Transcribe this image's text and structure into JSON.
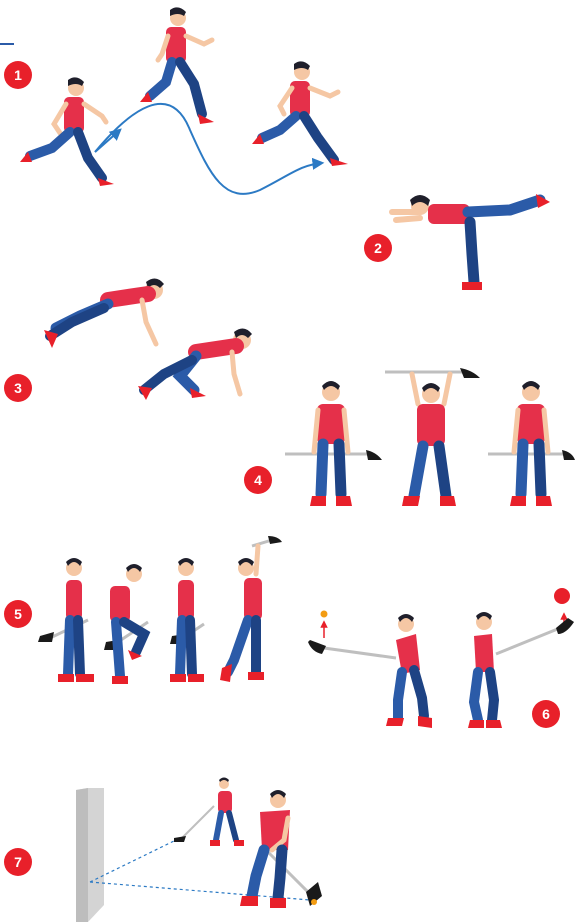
{
  "steps": [
    {
      "label": "1"
    },
    {
      "label": "2"
    },
    {
      "label": "3"
    },
    {
      "label": "4"
    },
    {
      "label": "5"
    },
    {
      "label": "6"
    },
    {
      "label": "7"
    }
  ],
  "colors": {
    "badge": "#e8202a",
    "shirt": "#e5304a",
    "shirt_dark": "#b81f36",
    "pants": "#2b5ba8",
    "pants_dark": "#1e4384",
    "skin": "#f5c7a4",
    "hair": "#1f1f2b",
    "shoe": "#e8202a",
    "stick": "#bfbfbf",
    "blade": "#1a1a1a",
    "path_arrow": "#2c7ac4",
    "ball_small": "#f39c12",
    "ball_big": "#e8202a",
    "wall": "#d4d4d4"
  }
}
